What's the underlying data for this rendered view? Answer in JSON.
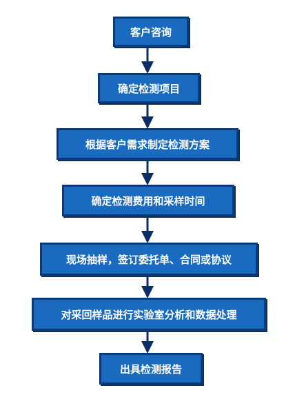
{
  "flowchart": {
    "steps": [
      {
        "label": "客户咨询"
      },
      {
        "label": "确定检测项目"
      },
      {
        "label": "根据客户需求制定检测方案"
      },
      {
        "label": "确定检测费用和采样时间"
      },
      {
        "label": "现场抽样，签订委托单、合同或协议"
      },
      {
        "label": "对采回样品进行实验室分析和数据处理"
      },
      {
        "label": "出具检测报告"
      }
    ],
    "colors": {
      "box_fill": "#1a6ac0",
      "box_border": "#0c3a78",
      "arrow": "#0d2b66",
      "text": "#ffffff"
    }
  }
}
